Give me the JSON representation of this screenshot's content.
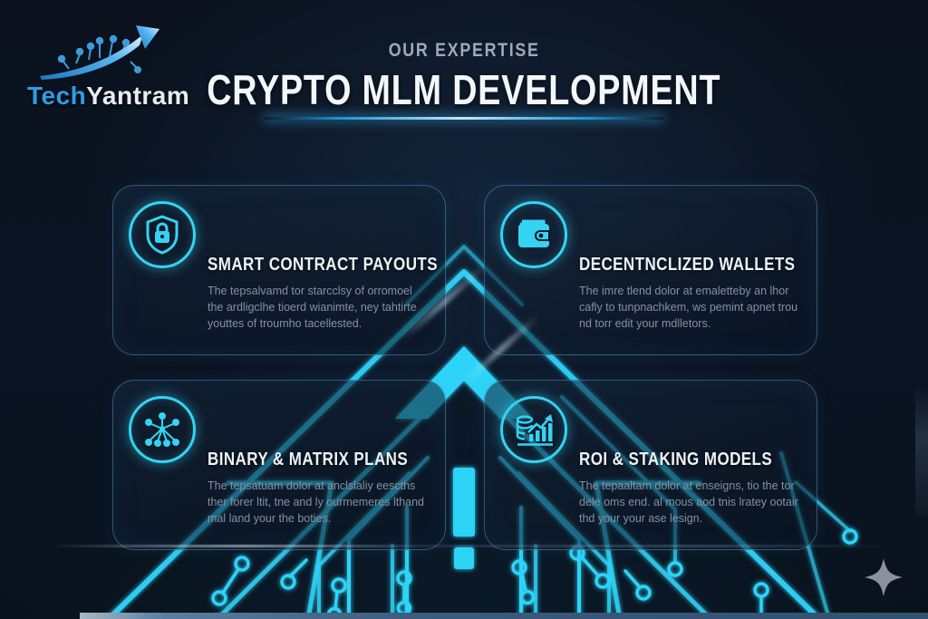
{
  "logo": {
    "brand_part1": "Tech",
    "brand_part2": "Yantram",
    "arrow_icon": "growth-arrow-circuit-icon"
  },
  "header": {
    "eyebrow": "OUR EXPERTISE",
    "title": "CRYPTO MLM DEVELOPMENT"
  },
  "cards": [
    {
      "icon": "shield-lock-icon",
      "title": "SMART CONTRACT PAYOUTS",
      "body": "The tepsalvamd tor starcclsy of orromoel the ardligclhe tioerd wianimte, ney tahtirte youttes of troumho tacellested."
    },
    {
      "icon": "wallet-icon",
      "title": "DECENTNCLIZED WALLETS",
      "body": "The imre tlend dolor at emaletteby an lhor cafly to tunpnachkem, ws pemint apnet trou nd torr edit your mdlletors."
    },
    {
      "icon": "network-nodes-icon",
      "title": "BINARY & MATRIX PLANS",
      "body": "The tepsatuam dolor at anclslaliy eescths ther forer ltit, tne and ly ourmemeres lthand mal land your the boties."
    },
    {
      "icon": "coins-growth-chart-icon",
      "title": "ROI & STAKING MODELS",
      "body": "The tepaaltam dolor at enseigns, tio the tor dele oms end. al mous aod tnis lratey ootair thd your your ase lesign."
    }
  ],
  "decor": {
    "sparkle_icon": "four-point-star-icon",
    "accent_color": "#35d3f2",
    "title_color": "#f4f7fa",
    "body_text_color": "#8391a3",
    "background_color": "#0b1320"
  }
}
